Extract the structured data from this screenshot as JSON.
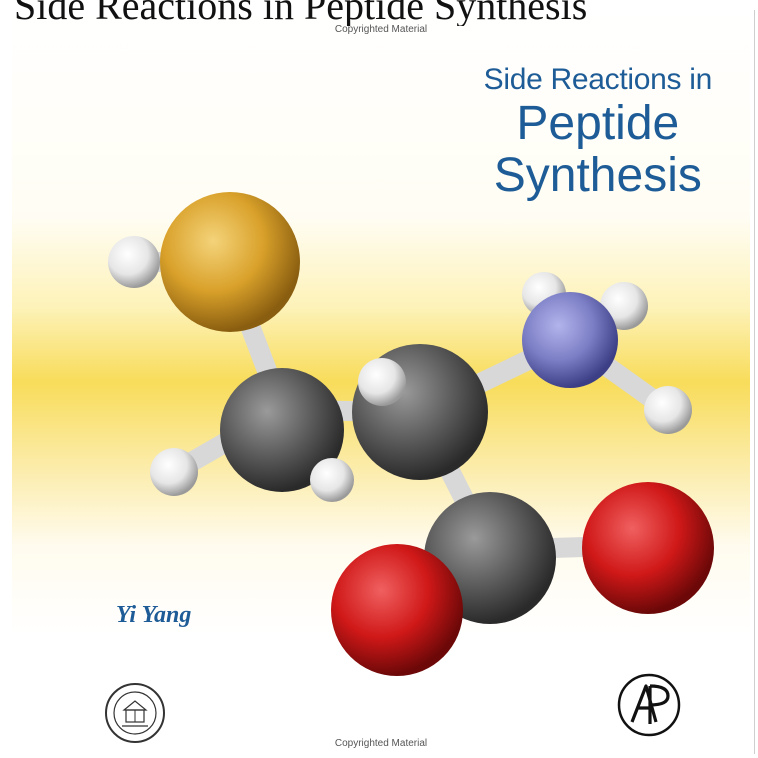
{
  "page": {
    "heading": "Side Reactions in Peptide Synthesis"
  },
  "cover": {
    "copyright_top": "Copyrighted Material",
    "copyright_bottom": "Copyrighted Material",
    "title_line1": "Side Reactions in",
    "title_line2": "Peptide",
    "title_line3": "Synthesis",
    "author": "Yi Yang",
    "publisher_logo_text": "AP",
    "title_color": "#1e5c97"
  },
  "molecule_atoms": {
    "sulfur": "#d9a12a",
    "carbon": "#6a6a6a",
    "nitrogen": "#7d7fc6",
    "oxygen": "#d01818",
    "hydrogen": "#f2f2f2"
  },
  "icons": {
    "left_logo": "university-seal-icon",
    "right_logo": "publisher-logo-icon"
  }
}
